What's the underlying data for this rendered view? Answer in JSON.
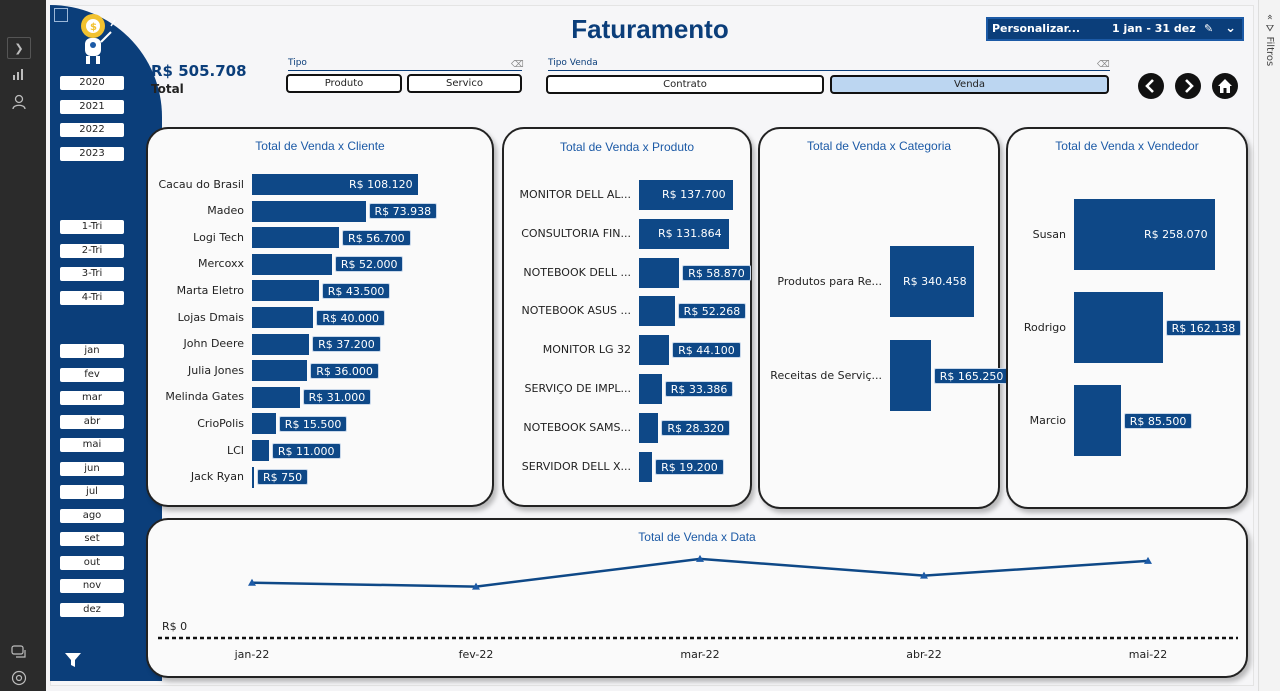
{
  "appbar": {
    "icons": [
      "chevron-right-icon",
      "bar-chart-icon",
      "person-icon",
      "chat-icon",
      "copilot-icon"
    ]
  },
  "filters_pane": {
    "label": "Filtros"
  },
  "header": {
    "title": "Faturamento",
    "date_filter": {
      "mode": "Personalizar...",
      "range": "1 jan - 31 dez"
    }
  },
  "total": {
    "value": "R$ 505.708",
    "label": "Total"
  },
  "slicers": {
    "tipo": {
      "title": "Tipo",
      "options": [
        "Produto",
        "Servico"
      ]
    },
    "tipo_venda": {
      "title": "Tipo Venda",
      "options": [
        "Contrato",
        "Venda"
      ],
      "selected": "Venda"
    }
  },
  "sidebar": {
    "years": [
      "2020",
      "2021",
      "2022",
      "2023"
    ],
    "quarters": [
      "1-Tri",
      "2-Tri",
      "3-Tri",
      "4-Tri"
    ],
    "months": [
      "jan",
      "fev",
      "mar",
      "abr",
      "mai",
      "jun",
      "jul",
      "ago",
      "set",
      "out",
      "nov",
      "dez"
    ]
  },
  "accent": "#0e4887",
  "chart_data": [
    {
      "type": "bar",
      "orientation": "horizontal",
      "title": "Total de Venda x Cliente",
      "categories": [
        "Cacau do Brasil",
        "Madeo",
        "Logi Tech",
        "Mercoxx",
        "Marta Eletro",
        "Lojas Dmais",
        "John Deere",
        "Julia Jones",
        "Melinda Gates",
        "CrioPolis",
        "LCI",
        "Jack Ryan"
      ],
      "values": [
        108120,
        73938,
        56700,
        52000,
        43500,
        40000,
        37200,
        36000,
        31000,
        15500,
        11000,
        750
      ],
      "labels": [
        "R$ 108.120",
        "R$ 73.938",
        "R$ 56.700",
        "R$ 52.000",
        "R$ 43.500",
        "R$ 40.000",
        "R$ 37.200",
        "R$ 36.000",
        "R$ 31.000",
        "R$ 15.500",
        "R$ 11.000",
        "R$ 750"
      ]
    },
    {
      "type": "bar",
      "orientation": "horizontal",
      "title": "Total de Venda x Produto",
      "categories": [
        "MONITOR DELL AL...",
        "CONSULTORIA FIN...",
        "NOTEBOOK DELL ...",
        "NOTEBOOK ASUS ...",
        "MONITOR LG 32",
        "SERVIÇO DE IMPL...",
        "NOTEBOOK SAMS...",
        "SERVIDOR DELL X..."
      ],
      "values": [
        137700,
        131864,
        58870,
        52268,
        44100,
        33386,
        28320,
        19200
      ],
      "labels": [
        "R$ 137.700",
        "R$ 131.864",
        "R$ 58.870",
        "R$ 52.268",
        "R$ 44.100",
        "R$ 33.386",
        "R$ 28.320",
        "R$ 19.200"
      ]
    },
    {
      "type": "bar",
      "orientation": "horizontal",
      "title": "Total de Venda x Categoria",
      "categories": [
        "Produtos para Re...",
        "Receitas de Serviç..."
      ],
      "values": [
        340458,
        165250
      ],
      "labels": [
        "R$ 340.458",
        "R$ 165.250"
      ]
    },
    {
      "type": "bar",
      "orientation": "horizontal",
      "title": "Total de Venda x Vendedor",
      "categories": [
        "Susan",
        "Rodrigo",
        "Marcio"
      ],
      "values": [
        258070,
        162138,
        85500
      ],
      "labels": [
        "R$ 258.070",
        "R$ 162.138",
        "R$ 85.500"
      ]
    },
    {
      "type": "line",
      "title": "Total de Venda x Data",
      "x": [
        "jan-22",
        "fev-22",
        "mar-22",
        "abr-22",
        "mai-22"
      ],
      "y": [
        86000,
        80000,
        123000,
        97000,
        120000
      ],
      "y_baseline_label": "R$ 0"
    }
  ]
}
